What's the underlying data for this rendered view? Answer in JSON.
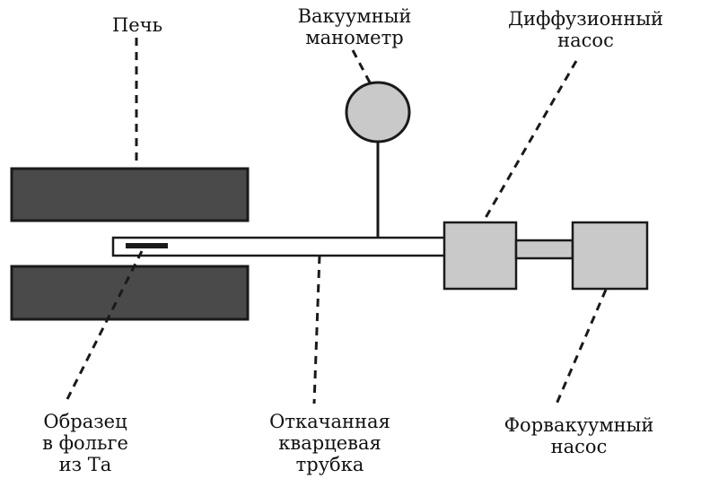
{
  "colors": {
    "furnace_fill": "#4a4a4a",
    "component_fill": "#c9c9c9",
    "tube_fill": "#ffffff",
    "stroke": "#1a1a1a",
    "sample": "#1a1a1a"
  },
  "labels": {
    "furnace": "Печь",
    "vacuum_gauge": [
      "Вакуумный",
      "манометр"
    ],
    "diffusion_pump": [
      "Диффузионный",
      "насос"
    ],
    "sample": [
      "Образец",
      "в фольге",
      "из Та"
    ],
    "quartz_tube": [
      "Откачанная",
      "кварцевая",
      "трубка"
    ],
    "forevacuum_pump": [
      "Форвакуумный",
      "насос"
    ]
  }
}
